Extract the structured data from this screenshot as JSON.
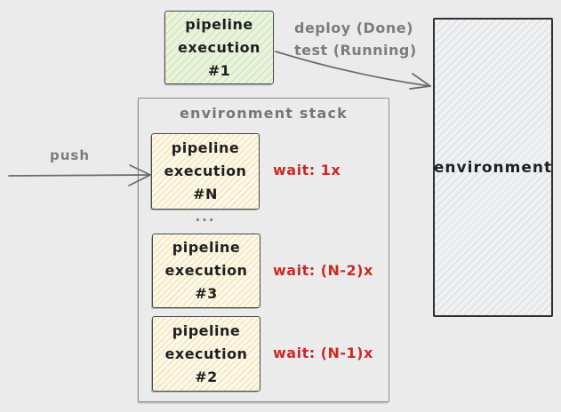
{
  "pipeline1": {
    "line1": "pipeline",
    "line2": "execution",
    "line3": "#1"
  },
  "deploy_status": {
    "line1": "deploy (Done)",
    "line2": "test (Running)"
  },
  "environment_label": "environment",
  "stack": {
    "title": "environment stack",
    "ellipsis": "...",
    "items": [
      {
        "line1": "pipeline",
        "line2": "execution",
        "line3": "#N",
        "wait": "wait: 1x"
      },
      {
        "line1": "pipeline",
        "line2": "execution",
        "line3": "#3",
        "wait": "wait: (N-2)x"
      },
      {
        "line1": "pipeline",
        "line2": "execution",
        "line3": "#2",
        "wait": "wait: (N-1)x"
      }
    ]
  },
  "push_label": "push",
  "colors": {
    "background": "#ebebeb",
    "red_text": "#cb2a27",
    "gray_text": "#7d7d7d",
    "green_fill": "#eaf3de",
    "green_hatch": "#cde3b0",
    "tan_fill": "#fcf7e8",
    "tan_hatch": "#eedfa9",
    "env_fill": "#eef0f2",
    "env_hatch": "#d9dcdf",
    "dark_border": "#2e2e30",
    "gray_border": "#8c8c8c",
    "arrow_stroke": "#6b6b6b"
  }
}
